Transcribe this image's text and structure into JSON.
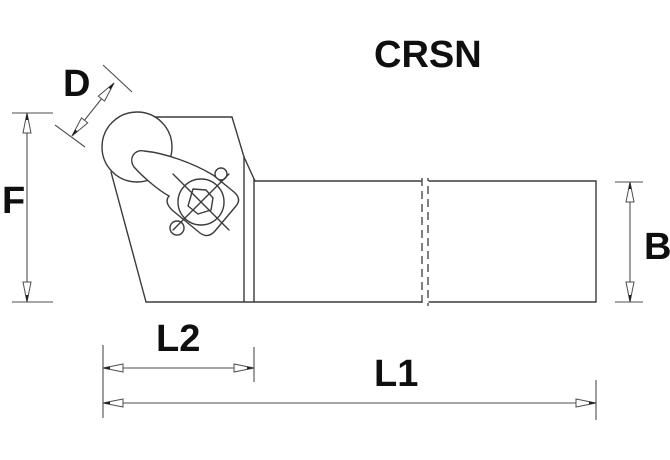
{
  "drawing": {
    "title": "CRSN",
    "subject": "turning-tool-holder-technical-drawing",
    "labels": {
      "d": "D",
      "f": "F",
      "b": "B",
      "l2": "L2",
      "l1": "L1"
    },
    "colors": {
      "outline": "#3b3b3b",
      "dimension": "#4d4d4d",
      "text": "#0f0f0f",
      "background": "#ffffff"
    }
  }
}
